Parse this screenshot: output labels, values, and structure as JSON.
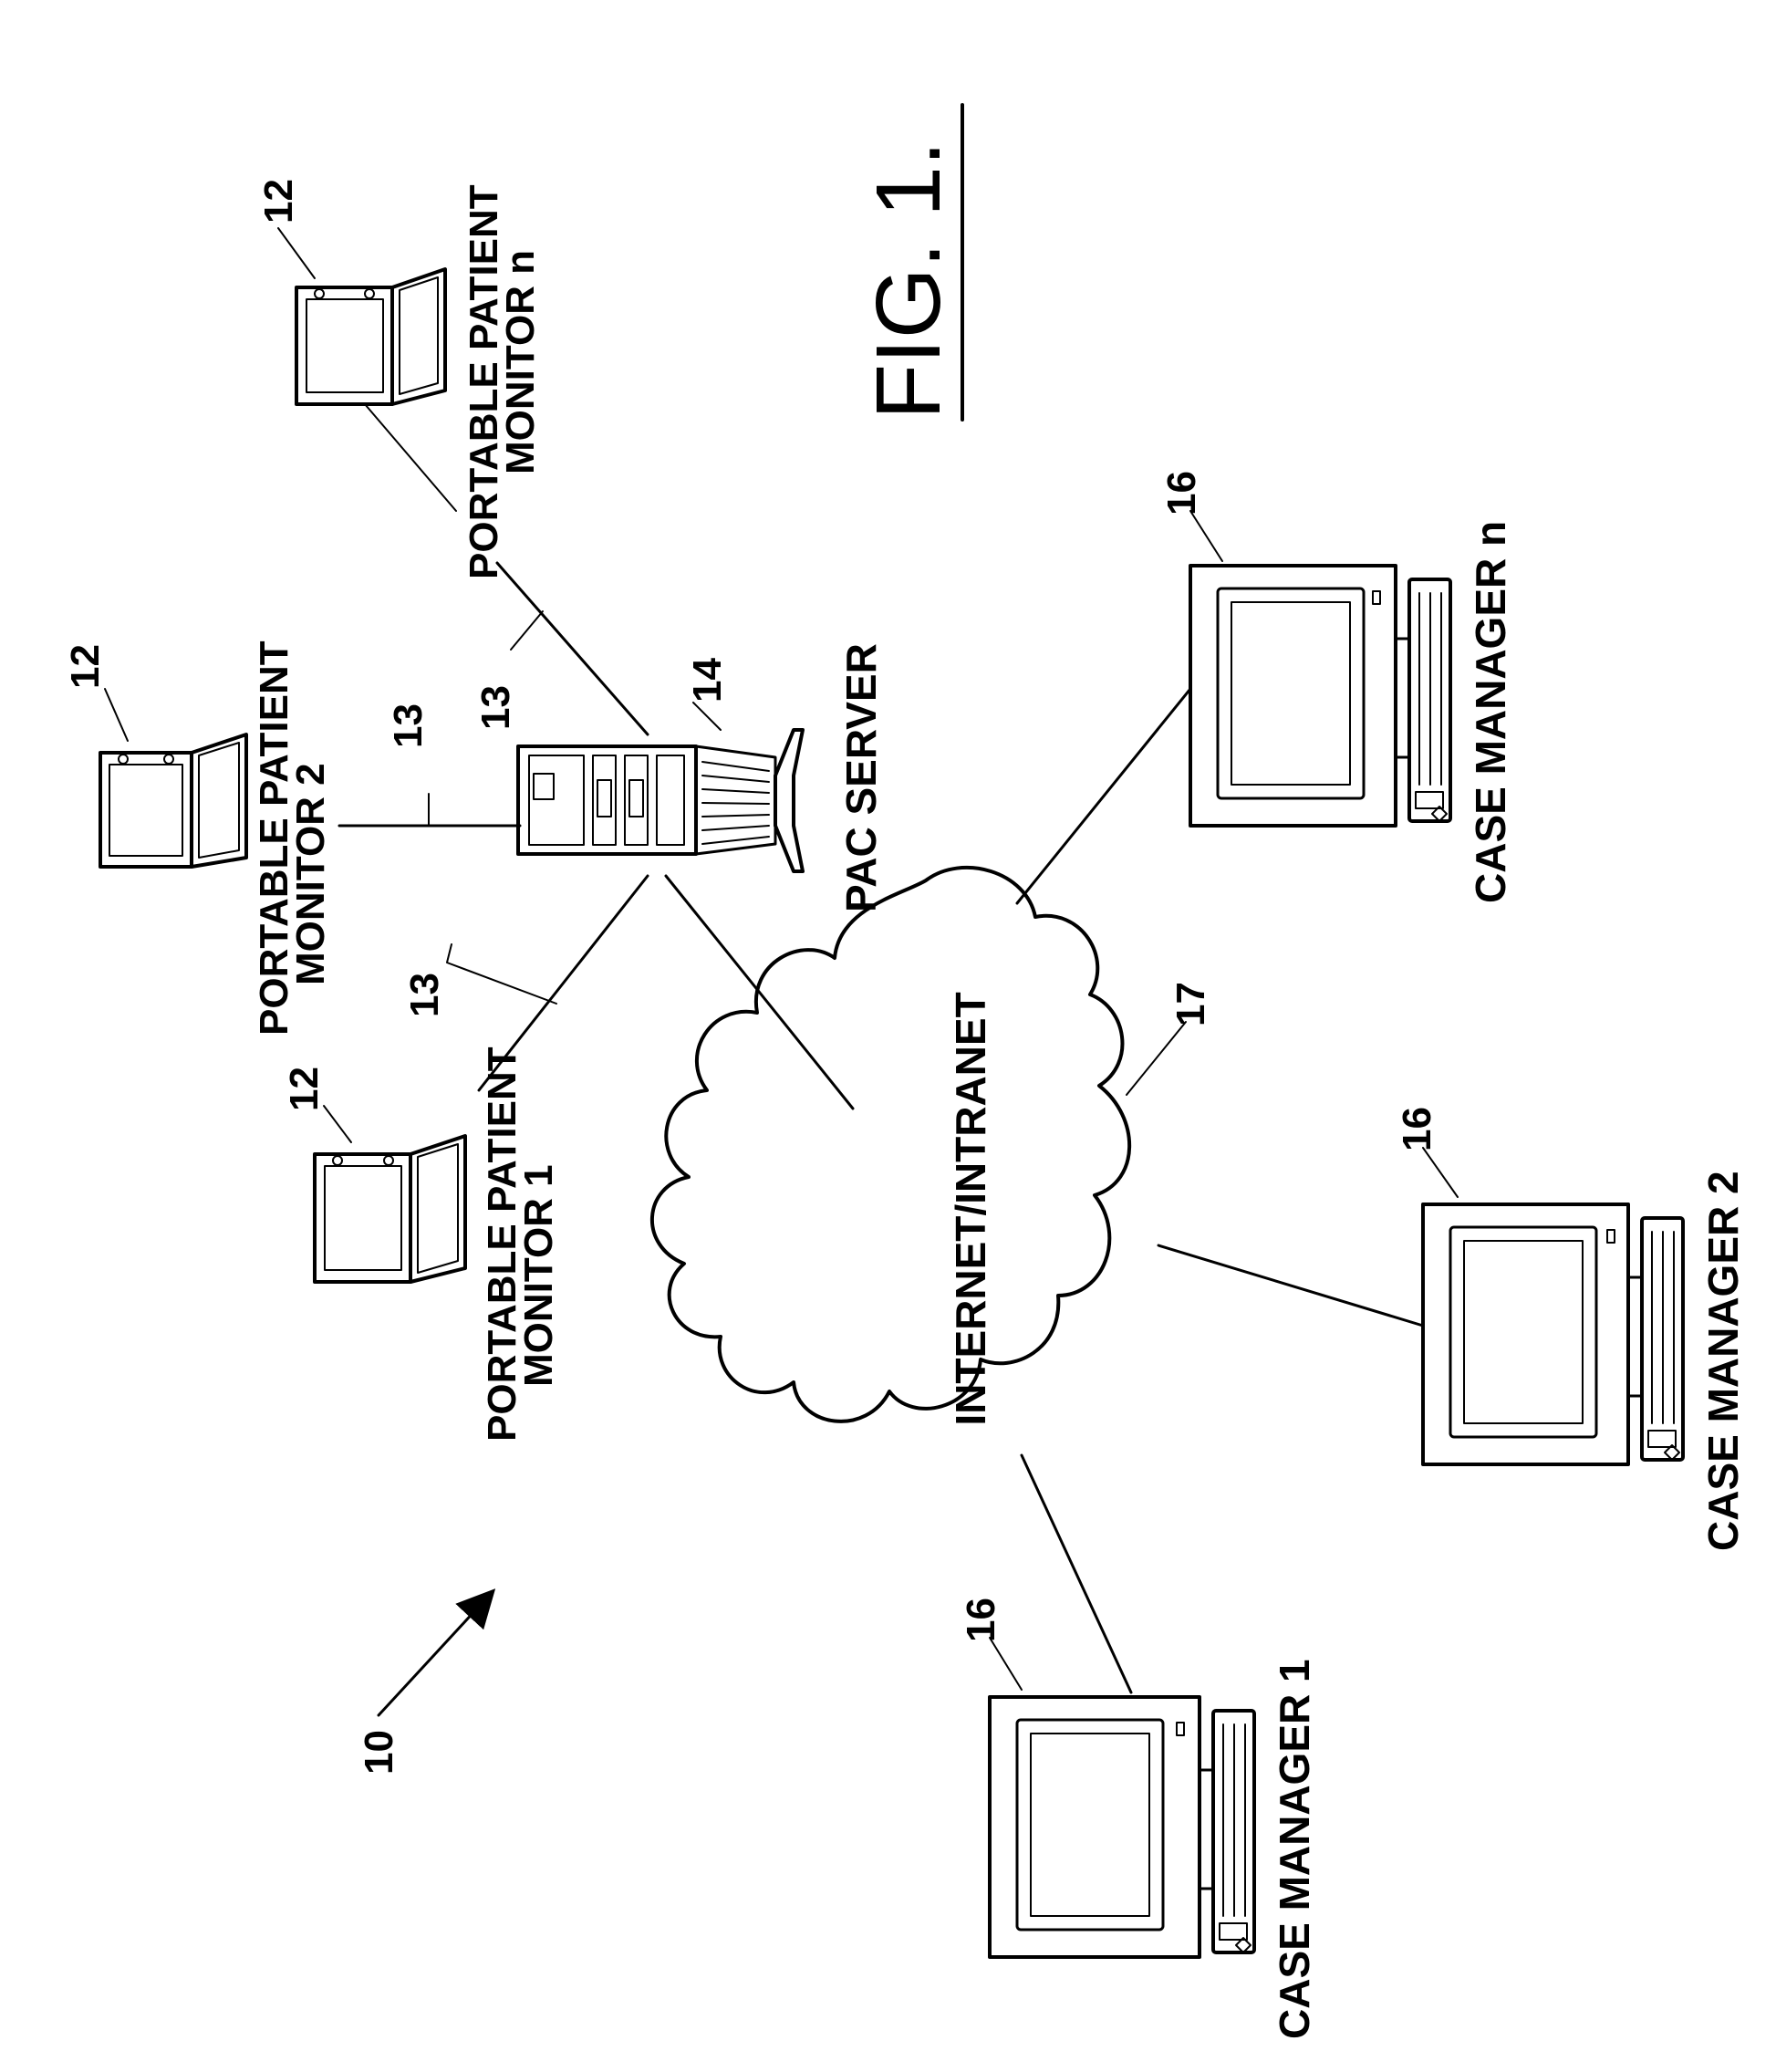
{
  "figure": {
    "title": "FIG. 1.",
    "system_ref": "10"
  },
  "nodes": {
    "monitor1": {
      "label_line1": "PORTABLE PATIENT",
      "label_line2": "MONITOR 1",
      "ref": "12"
    },
    "monitor2": {
      "label_line1": "PORTABLE PATIENT",
      "label_line2": "MONITOR 2",
      "ref": "12"
    },
    "monitorn": {
      "label_line1": "PORTABLE PATIENT",
      "label_line2": "MONITOR n",
      "ref": "12"
    },
    "server": {
      "label": "PAC SERVER",
      "ref": "14"
    },
    "network": {
      "label": "INTERNET/INTRANET",
      "ref": "17"
    },
    "manager1": {
      "label": "CASE MANAGER 1",
      "ref": "16"
    },
    "manager2": {
      "label": "CASE MANAGER 2",
      "ref": "16"
    },
    "managern": {
      "label": "CASE MANAGER n",
      "ref": "16"
    }
  },
  "links": {
    "ref_monitor1": "13",
    "ref_monitor2": "13",
    "ref_monitorn": "13"
  }
}
